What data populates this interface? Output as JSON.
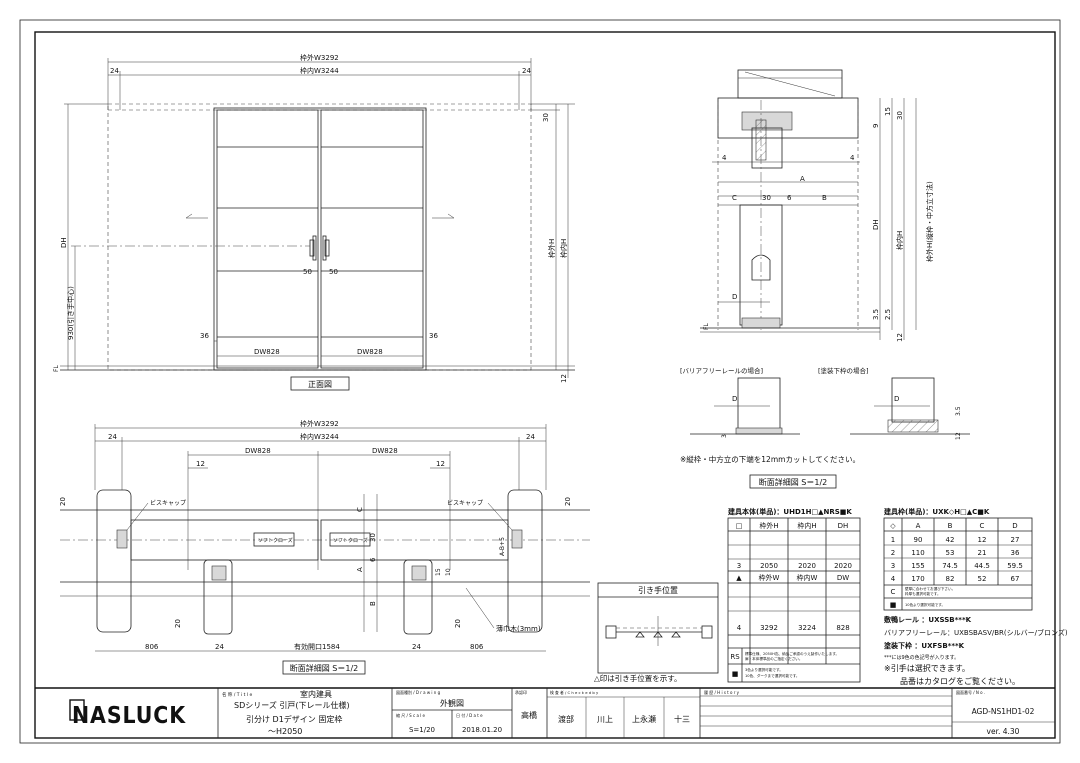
{
  "front_view": {
    "dim_outer_w": "枠外W3292",
    "dim_inner_w": "枠内W3244",
    "dim_24_left": "24",
    "dim_24_right": "24",
    "dim_30": "30",
    "dim_DH": "DH",
    "dim_930": "930(引き手中心)",
    "dim_outer_h": "枠外H",
    "dim_inner_h": "枠内H",
    "dim_12": "12",
    "dim_50_l": "50",
    "dim_50_r": "50",
    "dim_36_l": "36",
    "dim_36_r": "36",
    "dim_dw_l": "DW828",
    "dim_dw_r": "DW828",
    "fl": "FL",
    "caption": "正面図"
  },
  "plan_view": {
    "dim_outer_w": "枠外W3292",
    "dim_inner_w": "枠内W3244",
    "dim_24_l": "24",
    "dim_24_r": "24",
    "dim_dw_l": "DW828",
    "dim_dw_r": "DW828",
    "dim_12_l": "12",
    "dim_12_r": "12",
    "dim_20_a": "20",
    "dim_20_b": "20",
    "screw_cap_l": "ビスキャップ",
    "screw_cap_r": "ビスキャップ",
    "soft_close_l": "ソフトクローズ",
    "soft_close_r": "ソフトクローズ",
    "dim_C": "C",
    "dim_30": "30",
    "dim_6": "6",
    "dim_A": "A",
    "dim_B": "B",
    "dim_ab5": "A-B+5",
    "dim_20_c": "20",
    "dim_20_d": "20",
    "dim_15": "15",
    "dim_10": "10",
    "thin_wood": "薄巾木(3mm)",
    "dim_806_l": "806",
    "dim_806_r": "806",
    "dim_24_bl": "24",
    "dim_24_br": "24",
    "effective_opening": "有効開口1584",
    "caption": "断面詳細図 S＝1/2"
  },
  "section_view": {
    "dim_9": "9",
    "dim_15": "15",
    "dim_30": "30",
    "dim_4_l": "4",
    "dim_4_r": "4",
    "dim_A": "A",
    "dim_C": "C",
    "dim_30b": "30",
    "dim_6": "6",
    "dim_B": "B",
    "dim_DH": "DH",
    "dim_inner_h": "枠内H",
    "dim_outer_h": "枠外H(縦枠・中方立寸法)",
    "dim_D": "D",
    "dim_35": "3.5",
    "dim_25": "2.5",
    "dim_12": "12",
    "fl": "FL",
    "barrier_free_label": "[バリアフリーレールの場合]",
    "paint_frame_label": "[塗装下枠の場合]",
    "dim_D2": "D",
    "dim_D3": "D",
    "dim_3": "3",
    "dim_35b": "3.5",
    "dim_12b": "12",
    "note_cut": "※縦枠・中方立の下端を12mmカットしてください。",
    "caption": "断面詳細図 S＝1/2"
  },
  "pull_position": {
    "title": "引き手位置",
    "note": "△印は引き手位置を示す。"
  },
  "table1": {
    "title": "建具本体(単品)：UHD1H□▲NRS■K",
    "headers": [
      "□",
      "枠外H",
      "枠内H",
      "DH"
    ],
    "rows": [
      [
        "",
        "",
        "",
        ""
      ],
      [
        "",
        "",
        "",
        ""
      ],
      [
        "3",
        "2050",
        "2020",
        "2020"
      ]
    ],
    "headers2": [
      "▲",
      "枠外W",
      "枠内W",
      "DW"
    ],
    "rows2": [
      [
        "",
        "",
        "",
        ""
      ],
      [
        "",
        "",
        "",
        ""
      ],
      [
        "4",
        "3292",
        "3224",
        "828"
      ]
    ],
    "rs_label": "RS",
    "rs_note": "標準仕様、2050H迄、納品ご承認のうえ製作いたします。",
    "rs_note2": "扉・本体標準品のご指定ください。",
    "sq_label": "■",
    "sq_note": "3色より選択可能です。",
    "sq_note2": "10色、ダークまで選択可能です。"
  },
  "table2": {
    "title": "建具枠(単品)：UXK◇H□▲C■K",
    "headers": [
      "◇",
      "A",
      "B",
      "C",
      "D"
    ],
    "rows": [
      [
        "1",
        "90",
        "42",
        "12",
        "27"
      ],
      [
        "2",
        "110",
        "53",
        "21",
        "36"
      ],
      [
        "3",
        "155",
        "74.5",
        "44.5",
        "59.5"
      ],
      [
        "4",
        "170",
        "82",
        "52",
        "67"
      ]
    ],
    "c_label": "C",
    "c_note": "壁厚に合わせてお選び下さい。",
    "c_note2": "枠厚も選択可能です。",
    "sq_label": "■",
    "sq_note": "10色より選択可能です。"
  },
  "parts": {
    "line1": "敷鴨レール ：UXSSB***K",
    "line2": "バリアフリーレール：UXBSBASV/BR(シルバー/ブロンズ)",
    "line3": "塗装下枠 ：UXFSB***K",
    "line4": "***には9色の色記号が入ります。",
    "line5": "※引手は選択できます。",
    "line6": "品番はカタログをご覧ください。"
  },
  "title_block": {
    "logo": "NASLUCK",
    "title_label": "名 称 / T i t l e",
    "title_main": "室内建具",
    "title_sub": "SDシリーズ 引戸(下レール仕様)",
    "title_sub2": "引分け D1デザイン 固定枠",
    "title_sub3": "～H2050",
    "drawing_label": "図面種別 / D r a w i n g",
    "drawing_value": "外観図",
    "scale_label": "縮 尺 / S c a l e",
    "scale_value": "S=1/20",
    "date_label": "日 付 / D a t e",
    "date_value": "2018.01.20",
    "approve_label": "承認印",
    "approve_value": "高橋",
    "check_label": "検 査 者 / C h e c k e d b y",
    "check_value1": "渡部",
    "check_value2": "川上",
    "check_value3": "上永瀬",
    "check_value4": "十三",
    "history_label": "履 歴 / H i s t o r y",
    "no_label": "図面番号 / N o .",
    "no_value": "AGD-NS1HD1-02",
    "version": "ver. 4.30"
  }
}
